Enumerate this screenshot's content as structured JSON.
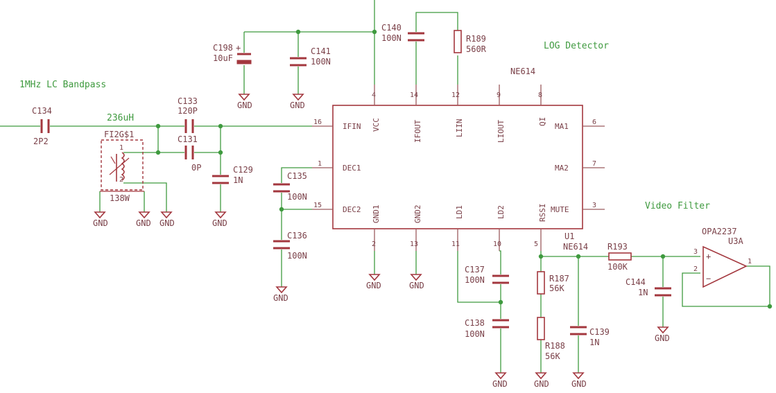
{
  "sections": {
    "bandpass": "1MHz LC Bandpass",
    "log_detector": "LOG Detector",
    "video_filter": "Video Filter"
  },
  "nets": {
    "inductor_value": "236uH"
  },
  "gnd_label": "GND",
  "ic": {
    "part": "NE614",
    "ref": "U1",
    "ref_value": "NE614",
    "pins": {
      "ifin": {
        "name": "IFIN",
        "num": "16"
      },
      "dec1": {
        "name": "DEC1",
        "num": "1"
      },
      "dec2": {
        "name": "DEC2",
        "num": "15"
      },
      "vcc": {
        "name": "VCC",
        "num": "4"
      },
      "ifout": {
        "name": "IFOUT",
        "num": "14"
      },
      "liin": {
        "name": "LIIN",
        "num": "12"
      },
      "liout": {
        "name": "LIOUT",
        "num": "9"
      },
      "qi": {
        "name": "QI",
        "num": "8"
      },
      "ma1": {
        "name": "MA1",
        "num": "6"
      },
      "ma2": {
        "name": "MA2",
        "num": "7"
      },
      "mute": {
        "name": "MUTE",
        "num": "3"
      },
      "gnd1": {
        "name": "GND1",
        "num": "2"
      },
      "gnd2": {
        "name": "GND2",
        "num": "13"
      },
      "ld1": {
        "name": "LD1",
        "num": "11"
      },
      "ld2": {
        "name": "LD2",
        "num": "10"
      },
      "rssi": {
        "name": "RSSI",
        "num": "5"
      }
    }
  },
  "components": {
    "c134": {
      "ref": "C134",
      "value": "2P2"
    },
    "c133": {
      "ref": "C133",
      "value": "120P"
    },
    "c131": {
      "ref": "C131",
      "value": "0P"
    },
    "c129": {
      "ref": "C129",
      "value": "1N"
    },
    "c135": {
      "ref": "C135",
      "value": "100N"
    },
    "c136": {
      "ref": "C136",
      "value": "100N"
    },
    "c198": {
      "ref": "C198",
      "value": "10uF"
    },
    "c141": {
      "ref": "C141",
      "value": "100N"
    },
    "c140": {
      "ref": "C140",
      "value": "100N"
    },
    "r189": {
      "ref": "R189",
      "value": "560R"
    },
    "c137": {
      "ref": "C137",
      "value": "100N"
    },
    "c138": {
      "ref": "C138",
      "value": "100N"
    },
    "r187": {
      "ref": "R187",
      "value": "56K"
    },
    "r188": {
      "ref": "R188",
      "value": "56K"
    },
    "c139": {
      "ref": "C139",
      "value": "1N"
    },
    "r193": {
      "ref": "R193",
      "value": "100K"
    },
    "c144": {
      "ref": "C144",
      "value": "1N"
    },
    "fi2": {
      "ref": "FI2G$1",
      "value": "138W",
      "pin1": "1",
      "pin2": "2"
    },
    "u3": {
      "part": "OPA2237",
      "ref": "U3A",
      "pin_in_plus": "3",
      "pin_in_minus": "2",
      "pin_out": "1",
      "plus_sign": "+",
      "minus_sign": "−"
    }
  }
}
